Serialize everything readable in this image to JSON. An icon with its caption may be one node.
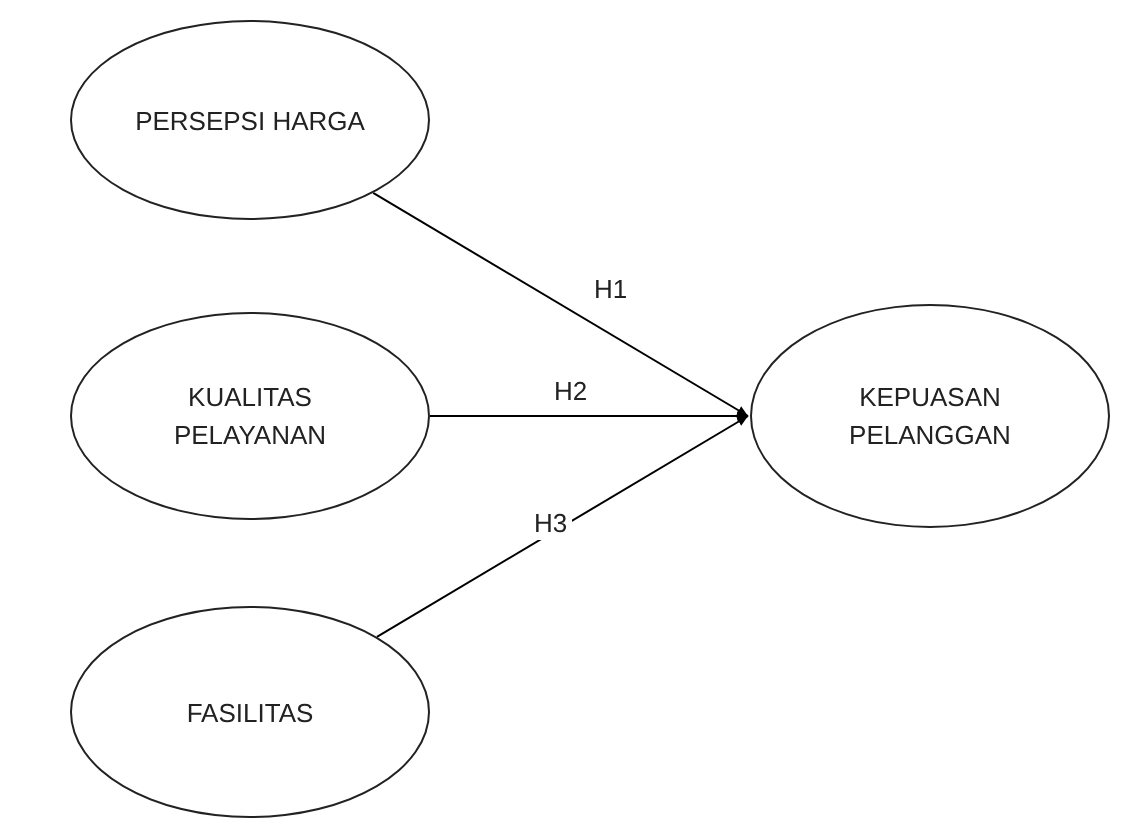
{
  "diagram": {
    "nodes": [
      {
        "text": [
          "PERSEPSI HARGA"
        ]
      },
      {
        "text": [
          "KUALITAS PELAYANAN"
        ]
      },
      {
        "text": [
          "FASILITAS"
        ]
      },
      {
        "text": [
          "KEPUASAN PELANGGAN"
        ]
      }
    ],
    "edges": [
      {
        "from": 0,
        "to": 3,
        "arrow": "to",
        "label": "H1"
      },
      {
        "from": 1,
        "to": 3,
        "arrow": "to",
        "label": "H2"
      },
      {
        "from": 2,
        "to": 3,
        "arrow": "to",
        "label": "H3"
      }
    ]
  }
}
